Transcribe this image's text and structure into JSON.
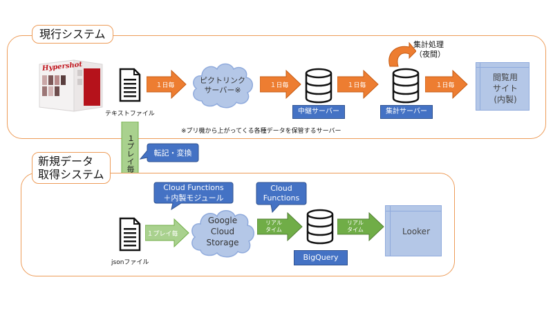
{
  "current_system": {
    "title": "現行システム",
    "booth_brand": "Hypershot",
    "text_file_label": "テキストファイル",
    "arrow_daily_1": "１日毎",
    "cloud_label_line1": "ピクトリンク",
    "cloud_label_line2": "サーバー※",
    "arrow_daily_2": "１日毎",
    "relay_server_label": "中継サーバー",
    "arrow_daily_3": "１日毎",
    "aggregation_label_line1": "集計処理",
    "aggregation_label_line2": "（夜間）",
    "aggregation_server_label": "集計サーバー",
    "arrow_daily_4": "１日毎",
    "viewer_line1": "閲覧用",
    "viewer_line2": "サイト",
    "viewer_line3": "(内製)",
    "footnote": "※プリ機から上がってくる各種データを保管するサーバー"
  },
  "transfer": {
    "down_arrow_line1": "１",
    "down_arrow_line2": "プレイ毎",
    "callout": "転記・変換"
  },
  "new_system": {
    "title_line1": "新規データ",
    "title_line2": "取得システム",
    "json_file_label": "jsonファイル",
    "arrow_per_play": "１プレイ毎",
    "callout_functions_modules_line1": "Cloud Functions",
    "callout_functions_modules_line2": "＋内製モジュール",
    "gcs_line1": "Google",
    "gcs_line2": "Cloud",
    "gcs_line3": "Storage",
    "callout_functions_line1": "Cloud",
    "callout_functions_line2": "Functions",
    "arrow_realtime_1_line1": "リアル",
    "arrow_realtime_1_line2": "タイム",
    "bigquery_label": "BigQuery",
    "arrow_realtime_2_line1": "リアル",
    "arrow_realtime_2_line2": "タイム",
    "looker_label": "Looker"
  },
  "colors": {
    "panel_border": "#ed9b57",
    "orange_arrow": "#ed7d31",
    "green_arrow": "#70ad47",
    "light_green_arrow": "#a9d18e",
    "blue": "#4472c4",
    "cloud_fill": "#b4c7e7"
  }
}
